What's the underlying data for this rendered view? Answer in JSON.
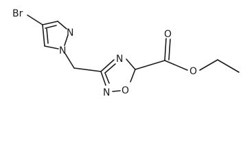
{
  "structure": {
    "atoms": {
      "bromine": "Br",
      "pyrazole_n2": "N",
      "pyrazole_n1": "N",
      "oxadiazole_n4": "N",
      "oxadiazole_n2": "N",
      "oxadiazole_o1": "O",
      "carbonyl_o": "O",
      "ester_o": "O"
    }
  },
  "colors": {
    "ink": "#1a1a1a",
    "background": "#ffffff"
  }
}
